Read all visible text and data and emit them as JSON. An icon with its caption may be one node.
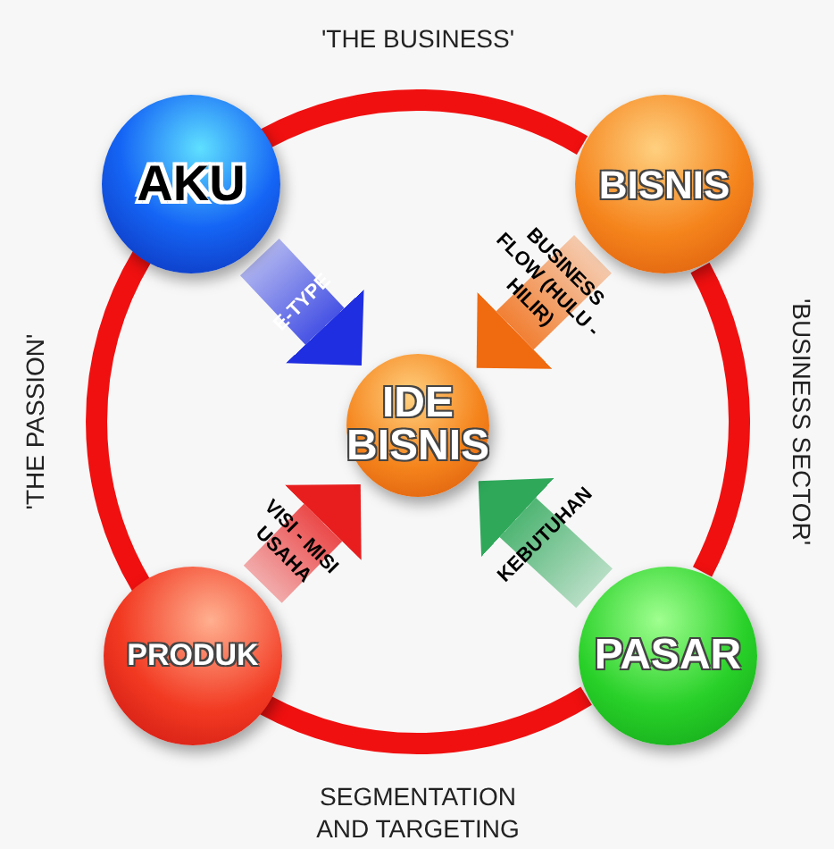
{
  "diagram": {
    "nodes": [
      {
        "text": [
          "AKU"
        ]
      },
      {
        "text": [
          "BISNIS"
        ]
      },
      {
        "text": [
          "IDE BISNIS"
        ]
      },
      {
        "text": [
          "PRODUK"
        ]
      },
      {
        "text": [
          "PASAR"
        ]
      }
    ],
    "edges": [
      {
        "from": 0,
        "to": 2,
        "arrow": "to",
        "label": "E-TYPE",
        "color": "#1f2ee0"
      },
      {
        "from": 1,
        "to": 2,
        "arrow": "to",
        "label": "BUSINESS FLOW (HULU - HILIR)",
        "color": "#f06a10"
      },
      {
        "from": 3,
        "to": 2,
        "arrow": "to",
        "label": "VISI - MISI USAHA",
        "color": "#e81e1e"
      },
      {
        "from": 4,
        "to": 2,
        "arrow": "to",
        "label": "KEBUTUHAN",
        "color": "#2fa85a"
      },
      {
        "from": 0,
        "to": 1,
        "arrow": "none",
        "label": "'THE BUSINESS'",
        "color": "#f01010"
      },
      {
        "from": 1,
        "to": 4,
        "arrow": "none",
        "label": "'BUSINESS SECTOR'",
        "color": "#f01010"
      },
      {
        "from": 3,
        "to": 4,
        "arrow": "none",
        "label": "SEGMENTATION AND TARGETING",
        "color": "#f01010"
      },
      {
        "from": 0,
        "to": 3,
        "arrow": "none",
        "label": "'THE PASSION'",
        "color": "#f01010"
      }
    ]
  }
}
